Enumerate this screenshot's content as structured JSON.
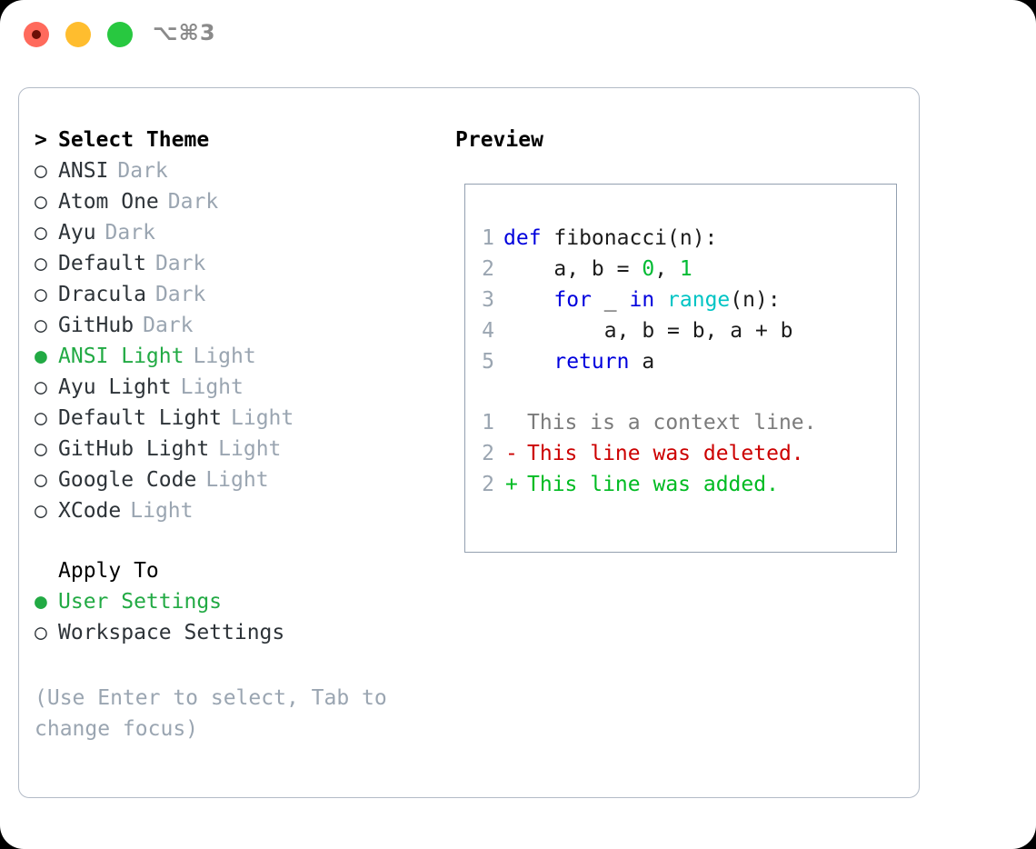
{
  "titlebar": {
    "shortcut": "⌥⌘3",
    "lights": [
      {
        "name": "close-button",
        "color": "#ff6a5c"
      },
      {
        "name": "minimize-button",
        "color": "#ffbd2e"
      },
      {
        "name": "maximize-button",
        "color": "#28c840"
      }
    ]
  },
  "theme_picker": {
    "header_caret": ">",
    "header_label": "Select Theme",
    "bullet_unselected": "○",
    "bullet_selected": "●",
    "items": [
      {
        "label": "ANSI",
        "meta": "Dark",
        "selected": false
      },
      {
        "label": "Atom One",
        "meta": "Dark",
        "selected": false
      },
      {
        "label": "Ayu",
        "meta": "Dark",
        "selected": false
      },
      {
        "label": "Default",
        "meta": "Dark",
        "selected": false
      },
      {
        "label": "Dracula",
        "meta": "Dark",
        "selected": false
      },
      {
        "label": "GitHub",
        "meta": "Dark",
        "selected": false
      },
      {
        "label": "ANSI Light",
        "meta": "Light",
        "selected": true
      },
      {
        "label": "Ayu Light",
        "meta": "Light",
        "selected": false
      },
      {
        "label": "Default Light",
        "meta": "Light",
        "selected": false
      },
      {
        "label": "GitHub Light",
        "meta": "Light",
        "selected": false
      },
      {
        "label": "Google Code",
        "meta": "Light",
        "selected": false
      },
      {
        "label": "XCode",
        "meta": "Light",
        "selected": false
      }
    ]
  },
  "apply_to": {
    "title": "Apply To",
    "items": [
      {
        "label": "User Settings",
        "selected": true
      },
      {
        "label": "Workspace Settings",
        "selected": false
      }
    ]
  },
  "hint": "(Use Enter to select, Tab to change focus)",
  "preview": {
    "title": "Preview",
    "code_lines": [
      {
        "no": "1",
        "tokens": [
          {
            "t": "def",
            "c": "kw"
          },
          {
            "t": " fibonacci(n):",
            "c": "plain"
          }
        ]
      },
      {
        "no": "2",
        "tokens": [
          {
            "t": "    a, b = ",
            "c": "plain"
          },
          {
            "t": "0",
            "c": "num"
          },
          {
            "t": ", ",
            "c": "plain"
          },
          {
            "t": "1",
            "c": "num"
          }
        ]
      },
      {
        "no": "3",
        "tokens": [
          {
            "t": "    ",
            "c": "plain"
          },
          {
            "t": "for",
            "c": "kw"
          },
          {
            "t": " _ ",
            "c": "plain"
          },
          {
            "t": "in",
            "c": "kw"
          },
          {
            "t": " ",
            "c": "plain"
          },
          {
            "t": "range",
            "c": "fn"
          },
          {
            "t": "(n):",
            "c": "plain"
          }
        ]
      },
      {
        "no": "4",
        "tokens": [
          {
            "t": "        a, b = b, a + b",
            "c": "plain"
          }
        ]
      },
      {
        "no": "5",
        "tokens": [
          {
            "t": "    ",
            "c": "plain"
          },
          {
            "t": "return",
            "c": "kw"
          },
          {
            "t": " a",
            "c": "plain"
          }
        ]
      }
    ],
    "diff_lines": [
      {
        "no": "1",
        "sign": " ",
        "text": "This is a context line.",
        "kind": "ctx"
      },
      {
        "no": "2",
        "sign": "-",
        "text": "This line was deleted.",
        "kind": "del"
      },
      {
        "no": "2",
        "sign": "+",
        "text": "This line was added.",
        "kind": "add"
      }
    ]
  },
  "colors": {
    "selected_green": "#22aa44",
    "muted": "#9aa5b1",
    "keyword_blue": "#0000dd",
    "function_cyan": "#00c4c4",
    "number_green": "#00bb33",
    "diff_delete_red": "#cc0000",
    "diff_add_green": "#00bb22",
    "border": "#b3bbc7"
  }
}
